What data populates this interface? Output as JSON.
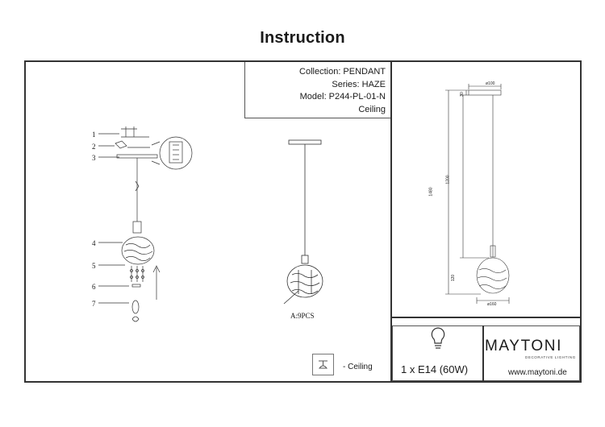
{
  "header": {
    "title": "Instruction"
  },
  "info": {
    "collection": "Collection: PENDANT",
    "series": "Series: HAZE",
    "model": "Model: P244-PL-01-N",
    "mount": "Ceiling"
  },
  "assembly": {
    "part_numbers": [
      "1",
      "2",
      "3",
      "4",
      "5",
      "6",
      "7"
    ],
    "parts_label": "A:9PCS"
  },
  "dimensions": {
    "canopy_width": "ø100",
    "canopy_height": "30",
    "total_height": "1480",
    "cord_length": "1200",
    "shade_height": "120",
    "shade_diameter": "ø160"
  },
  "legend": {
    "text": "- Ceiling",
    "icon": "ceiling-mount-icon"
  },
  "footer": {
    "lamp_spec": "1 x E14 (60W)",
    "lamp_icon": "light-bulb-icon",
    "brand": "MAYTONI",
    "brand_tagline": "DECORATIVE LIGHTING",
    "website": "www.maytoni.de"
  }
}
